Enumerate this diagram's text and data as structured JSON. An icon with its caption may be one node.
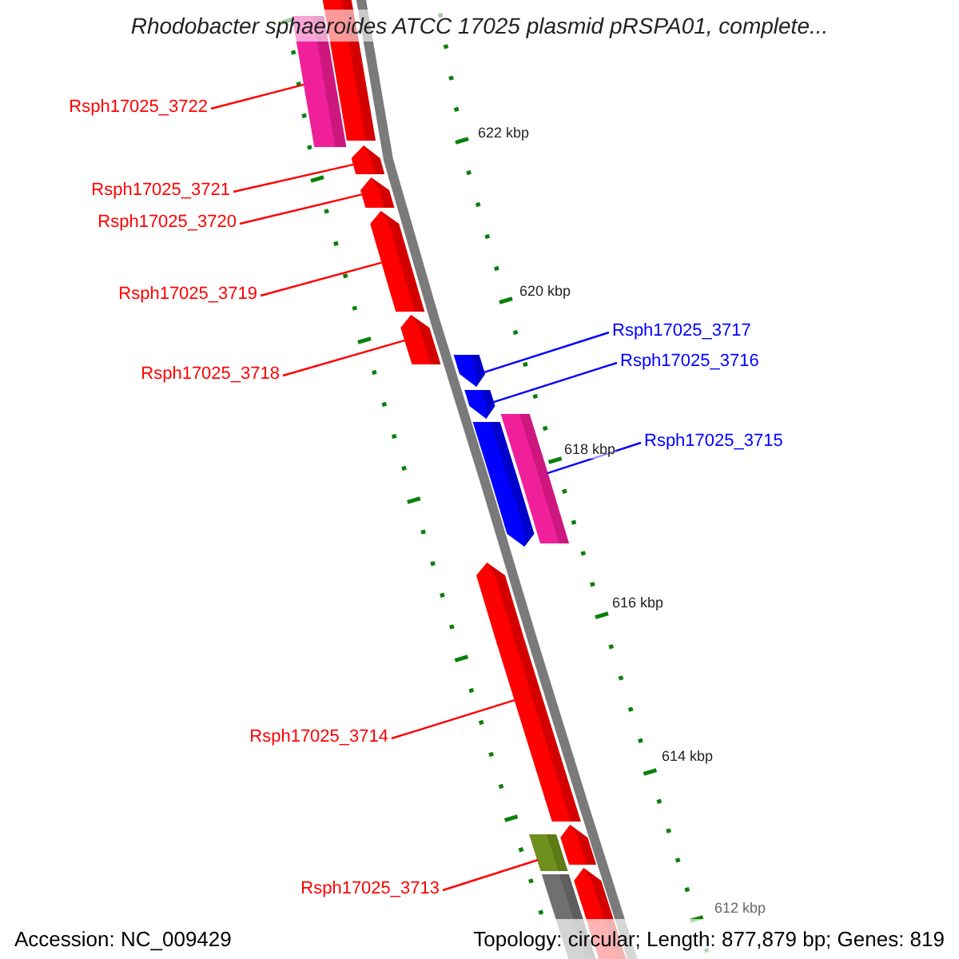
{
  "diagram": {
    "title": "Rhodobacter sphaeroides ATCC 17025 plasmid pRSPA01, complete...",
    "nodes": [
      {
        "text": [
          "Rsph17025_3722"
        ]
      },
      {
        "text": [
          "Rsph17025_3721"
        ]
      },
      {
        "text": [
          "Rsph17025_3720"
        ]
      },
      {
        "text": [
          "Rsph17025_3719"
        ]
      },
      {
        "text": [
          "Rsph17025_3718"
        ]
      },
      {
        "text": [
          "Rsph17025_3717"
        ]
      },
      {
        "text": [
          "Rsph17025_3716"
        ]
      },
      {
        "text": [
          "Rsph17025_3715"
        ]
      },
      {
        "text": [
          "Rsph17025_3714"
        ]
      },
      {
        "text": [
          "Rsph17025_3713"
        ]
      },
      {
        "text": [],
        "shape": "bar"
      },
      {
        "text": [],
        "shape": "arrow"
      },
      {
        "text": [],
        "shape": "arrow"
      },
      {
        "text": [],
        "shape": "arrow"
      },
      {
        "text": [],
        "shape": "arrow"
      },
      {
        "text": [],
        "shape": "arrow"
      },
      {
        "text": [],
        "shape": "arrow"
      },
      {
        "text": [],
        "shape": "bar"
      },
      {
        "text": [],
        "shape": "arrow"
      },
      {
        "text": [],
        "shape": "box"
      },
      {
        "text": [],
        "shape": "arrow"
      },
      {
        "text": [],
        "shape": "arrow"
      },
      {
        "text": [],
        "shape": "arrow"
      },
      {
        "text": [],
        "shape": "arrow"
      },
      {
        "text": [],
        "shape": "box"
      }
    ],
    "edges": [
      {
        "from": 0,
        "to": 10,
        "arrow": "none"
      },
      {
        "from": 1,
        "to": 11,
        "arrow": "none"
      },
      {
        "from": 2,
        "to": 12,
        "arrow": "none"
      },
      {
        "from": 3,
        "to": 13,
        "arrow": "none"
      },
      {
        "from": 4,
        "to": 14,
        "arrow": "none"
      },
      {
        "from": 5,
        "to": 15,
        "arrow": "none",
        "color": "#0000ff"
      },
      {
        "from": 6,
        "to": 16,
        "arrow": "none",
        "color": "#0000ff"
      },
      {
        "from": 7,
        "to": 17,
        "arrow": "none",
        "color": "#0000ff"
      },
      {
        "from": 8,
        "to": 18,
        "arrow": "none"
      },
      {
        "from": 9,
        "to": 19,
        "arrow": "none"
      }
    ],
    "labels": [
      "622 kbp",
      "620 kbp",
      "618 kbp",
      "616 kbp",
      "614 kbp",
      "612 kbp",
      "Accession: NC_009429",
      "Topology: circular; Length: 877,879 bp; Genes: 819"
    ]
  }
}
